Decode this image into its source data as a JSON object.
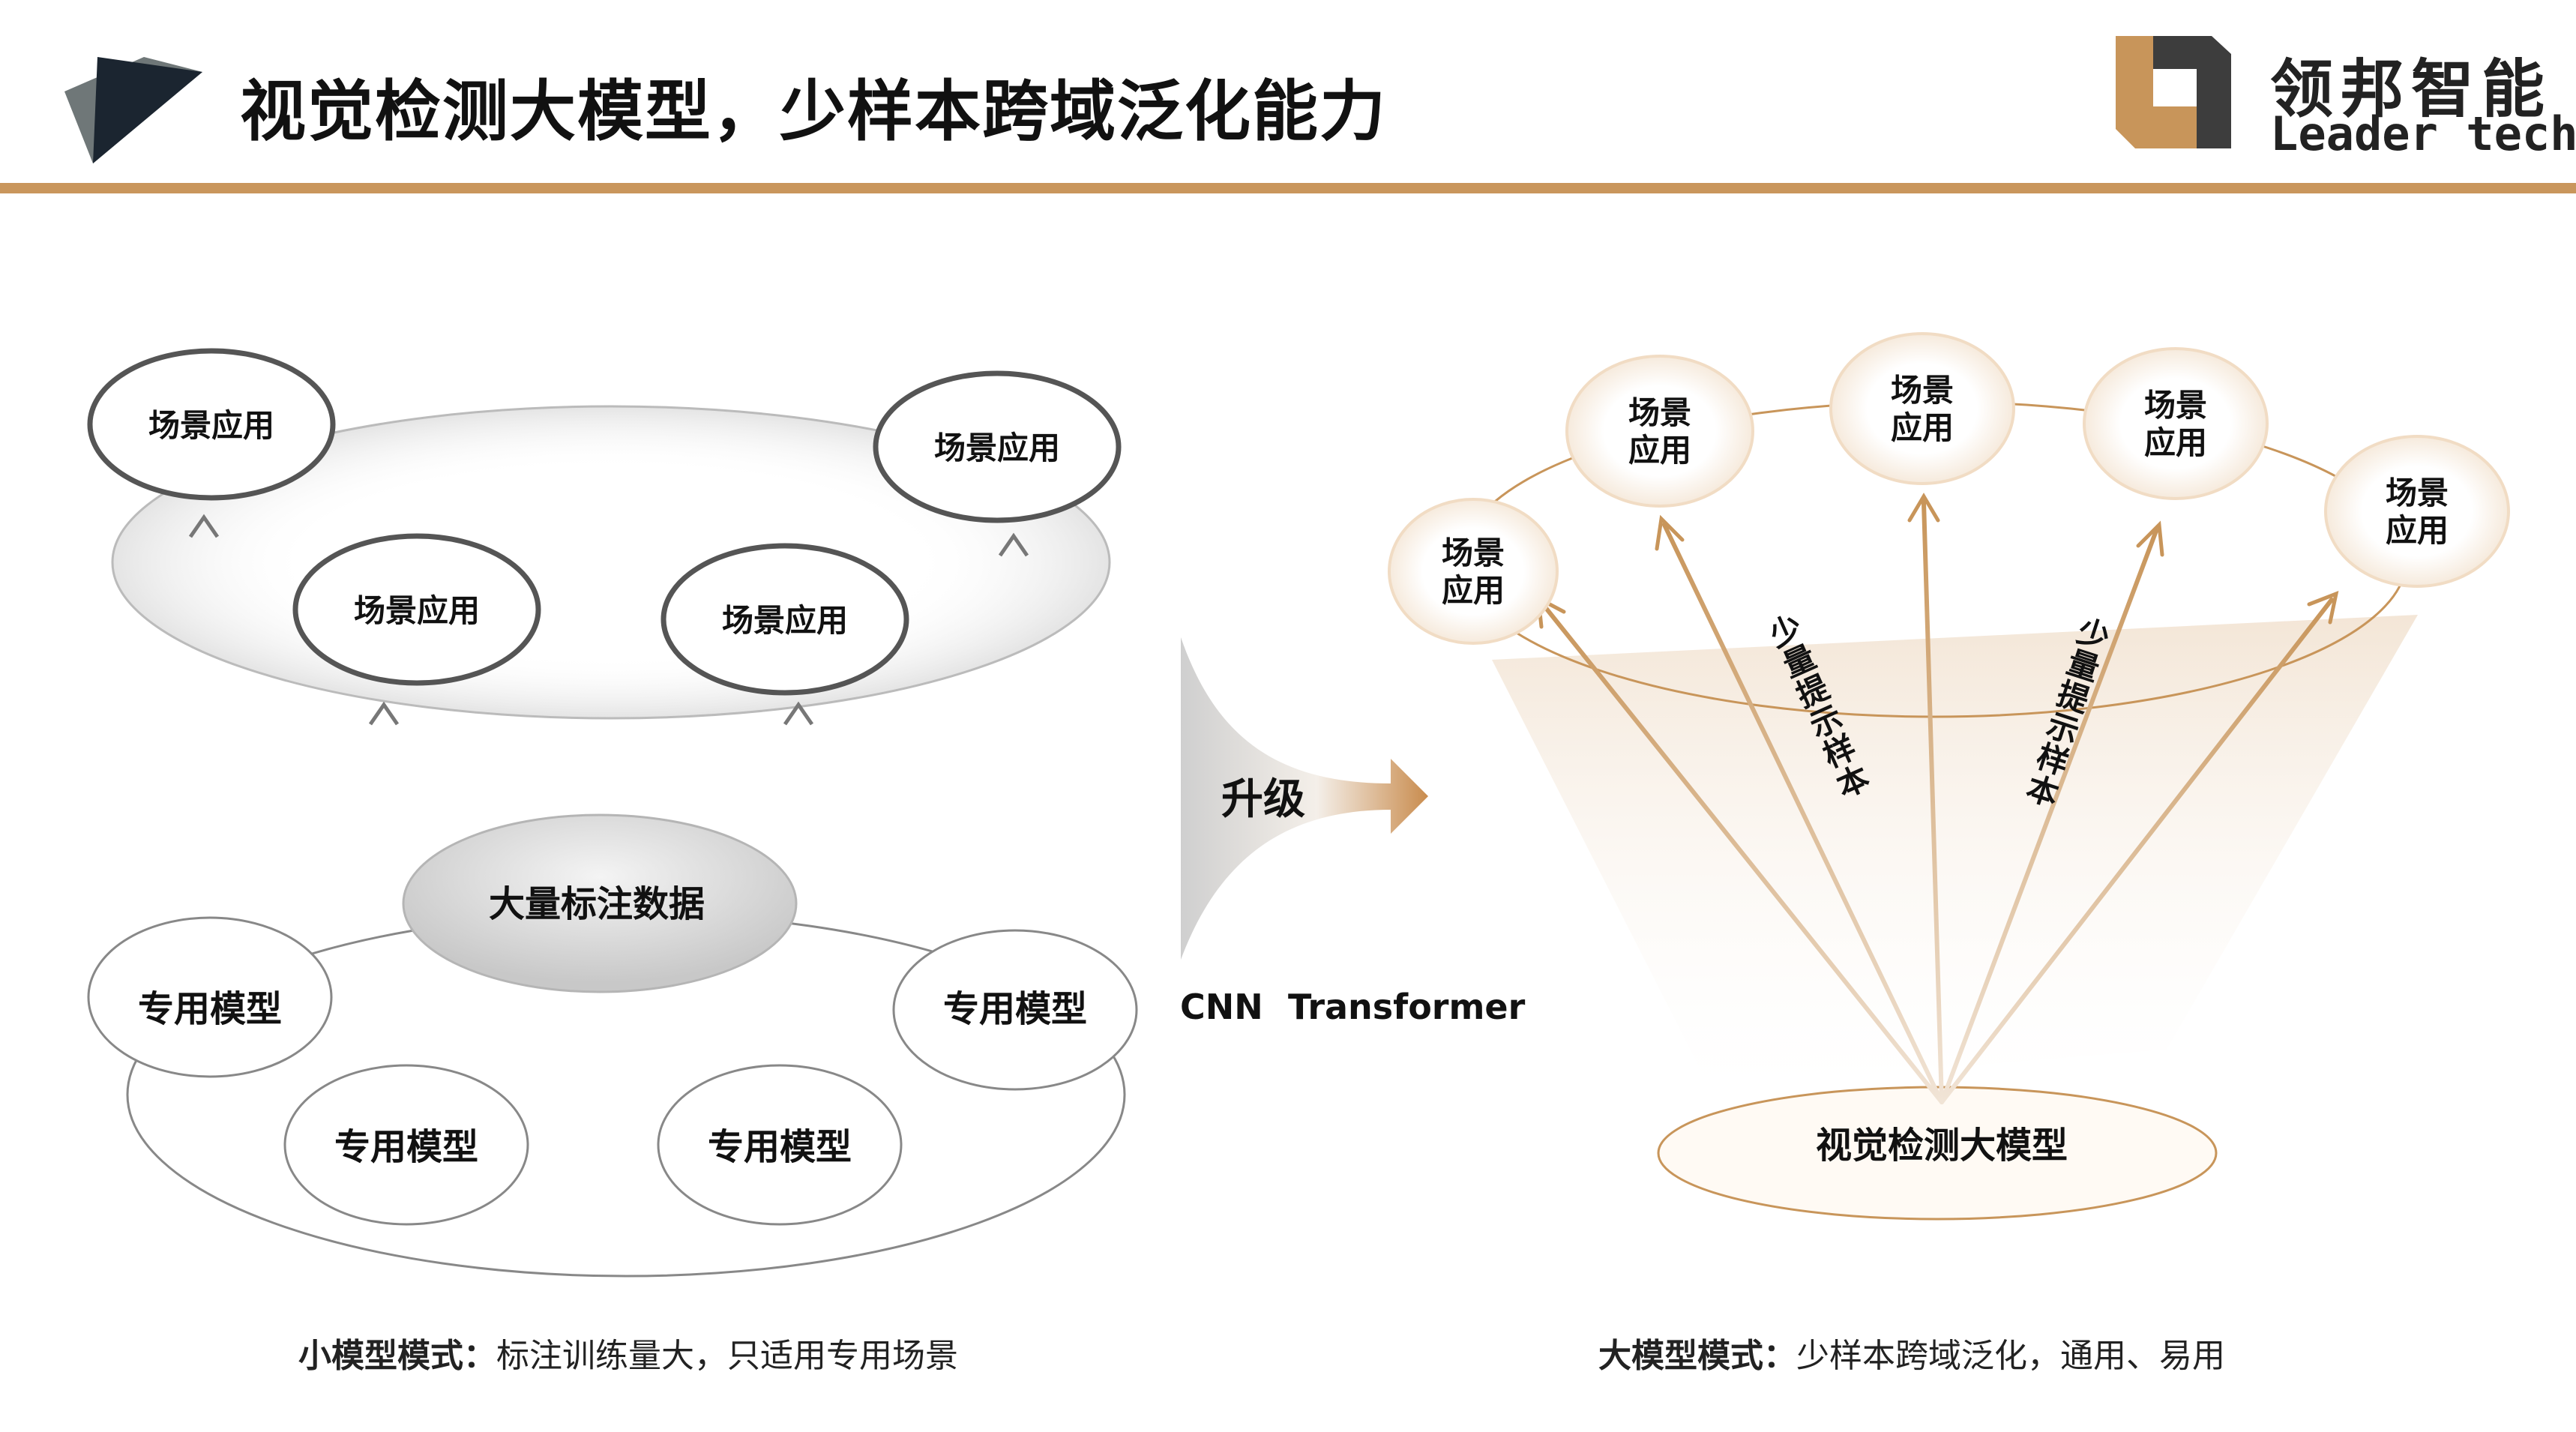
{
  "header": {
    "title": "视觉检测大模型，少样本跨域泛化能力",
    "brand_cn": "领邦智能",
    "brand_en": "Leader tech"
  },
  "left_diagram": {
    "scene_apps": [
      "场景应用",
      "场景应用",
      "场景应用",
      "场景应用"
    ],
    "data_label": "大量标注数据",
    "models": [
      "专用模型",
      "专用模型",
      "专用模型",
      "专用模型"
    ],
    "caption_bold": "小模型模式：",
    "caption_text": "标注训练量大，只适用专用场景"
  },
  "middle": {
    "upgrade_label": "升级",
    "tech_cnn": "CNN",
    "tech_transformer": "Transformer"
  },
  "right_diagram": {
    "scene_apps": [
      "场景应用",
      "场景应用",
      "场景应用",
      "场景应用",
      "场景应用"
    ],
    "prompt_labels": [
      "少量提示样本",
      "少量提示样本"
    ],
    "core_label": "视觉检测大模型",
    "caption_bold": "大模型模式：",
    "caption_text": "少样本跨域泛化，通用、易用"
  },
  "colors": {
    "accent": "#C8955A",
    "header_line": "#C9965C",
    "dark": "#1B2530",
    "gray_outline": "#666666"
  }
}
